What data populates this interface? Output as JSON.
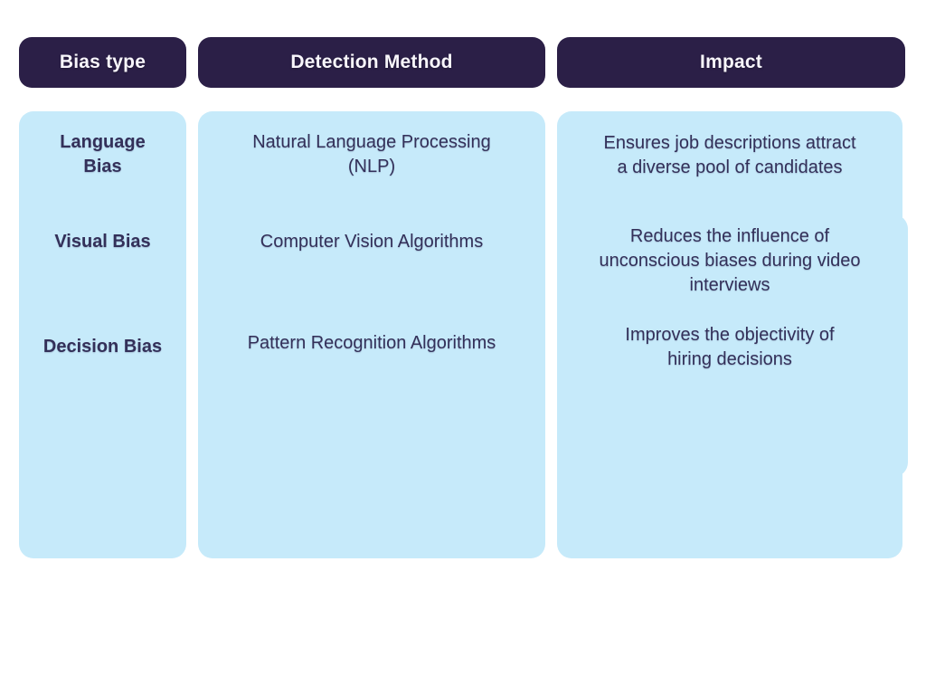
{
  "table": {
    "headers": [
      "Bias type",
      "Detection Method",
      "Impact"
    ],
    "rows": [
      {
        "bias_type": "Language\nBias",
        "detection_method": "Natural Language Processing\n(NLP)",
        "impact": "Ensures job descriptions attract\na diverse pool of candidates"
      },
      {
        "bias_type": "Visual Bias",
        "detection_method": "Computer Vision Algorithms",
        "impact": "Reduces the influence of\nunconscious biases during video\ninterviews"
      },
      {
        "bias_type": "Decision Bias",
        "detection_method": "Pattern Recognition Algorithms",
        "impact": "Improves the objectivity of\nhiring decisions"
      }
    ]
  },
  "colors": {
    "header_bg": "#2b1f47",
    "header_text": "#f8f6fb",
    "cell_bg": "#c6eafa",
    "cell_text": "#333059",
    "page_bg": "#ffffff"
  }
}
